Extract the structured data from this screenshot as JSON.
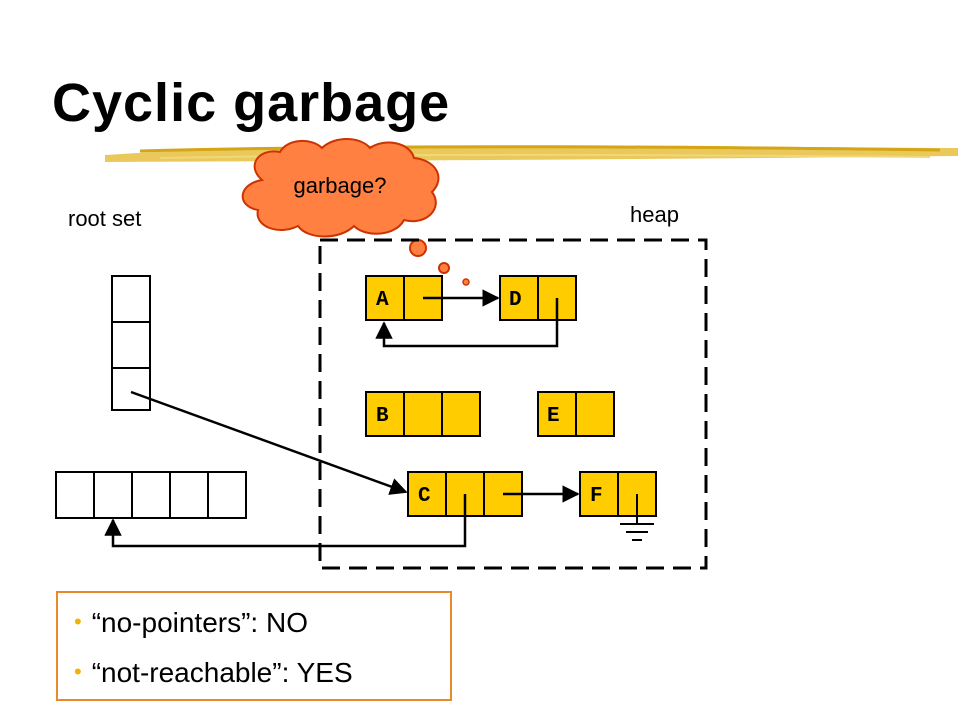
{
  "title": "Cyclic garbage",
  "thought_bubble": "garbage?",
  "labels": {
    "root_set": "root set",
    "heap": "heap"
  },
  "nodes": {
    "A": "A",
    "B": "B",
    "C": "C",
    "D": "D",
    "E": "E",
    "F": "F"
  },
  "bullets": [
    "“no-pointers”: NO",
    "“not-reachable”: YES"
  ],
  "colors": {
    "node_fill": "#ffcc00",
    "bubble_fill": "#ff8040",
    "bubble_stroke": "#cc3300",
    "underline": "#e0b81a",
    "bullet_border": "#e88a2a",
    "bullet_dot": "#f0b400"
  }
}
